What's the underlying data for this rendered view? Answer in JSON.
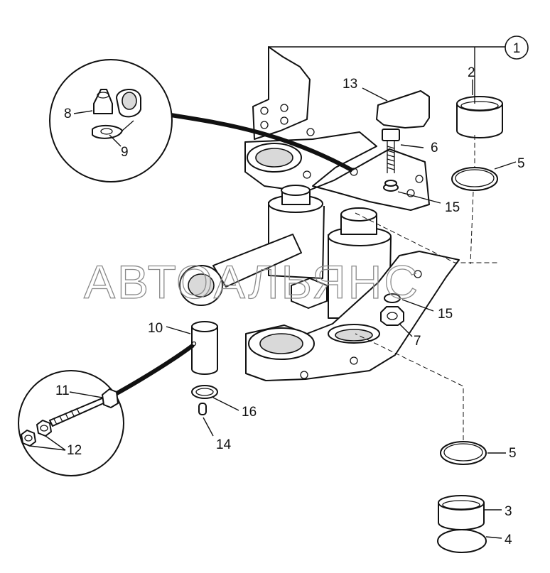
{
  "watermark": "АВТОАЛЬЯНС",
  "callouts": {
    "c1": "1",
    "c2": "2",
    "c3": "3",
    "c4": "4",
    "c5a": "5",
    "c5b": "5",
    "c6": "6",
    "c7": "7",
    "c8": "8",
    "c9": "9",
    "c10": "10",
    "c11": "11",
    "c12": "12",
    "c13": "13",
    "c14": "14",
    "c15a": "15",
    "c15b": "15",
    "c16": "16"
  }
}
